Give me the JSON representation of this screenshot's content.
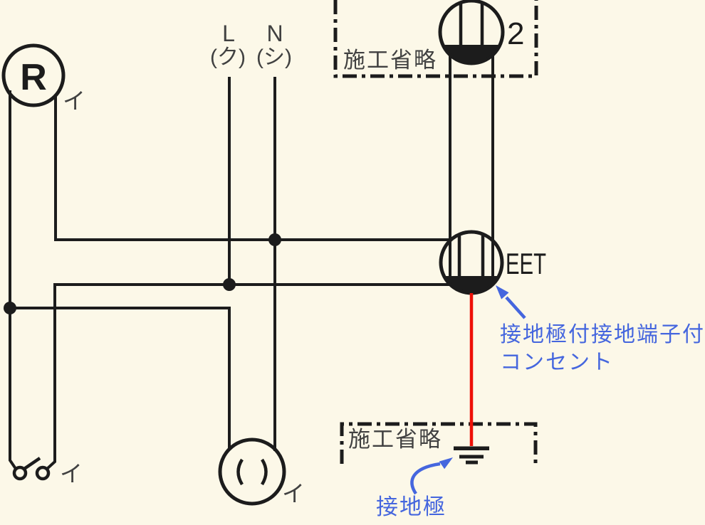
{
  "colors": {
    "bg": "#FCF8E8",
    "line": "#1C1C1C",
    "label": "#414141",
    "blue": "#4566DE",
    "red": "#EE1007"
  },
  "labels": {
    "live": "L",
    "live_kana": "(ク)",
    "neutral": "N",
    "neutral_kana": "(シ)"
  },
  "r_fixture": {
    "symbol": "R",
    "circuit": "イ"
  },
  "switch": {
    "circuit": "イ"
  },
  "lamp": {
    "circuit": "イ"
  },
  "outlets": {
    "double_count": "2",
    "eet": "EET"
  },
  "boxes": {
    "top": "施工省略",
    "bottom": "施工省略"
  },
  "notes": {
    "eet_line1": "接地極付接地端子付",
    "eet_line2": "コンセント",
    "ground": "接地極"
  }
}
